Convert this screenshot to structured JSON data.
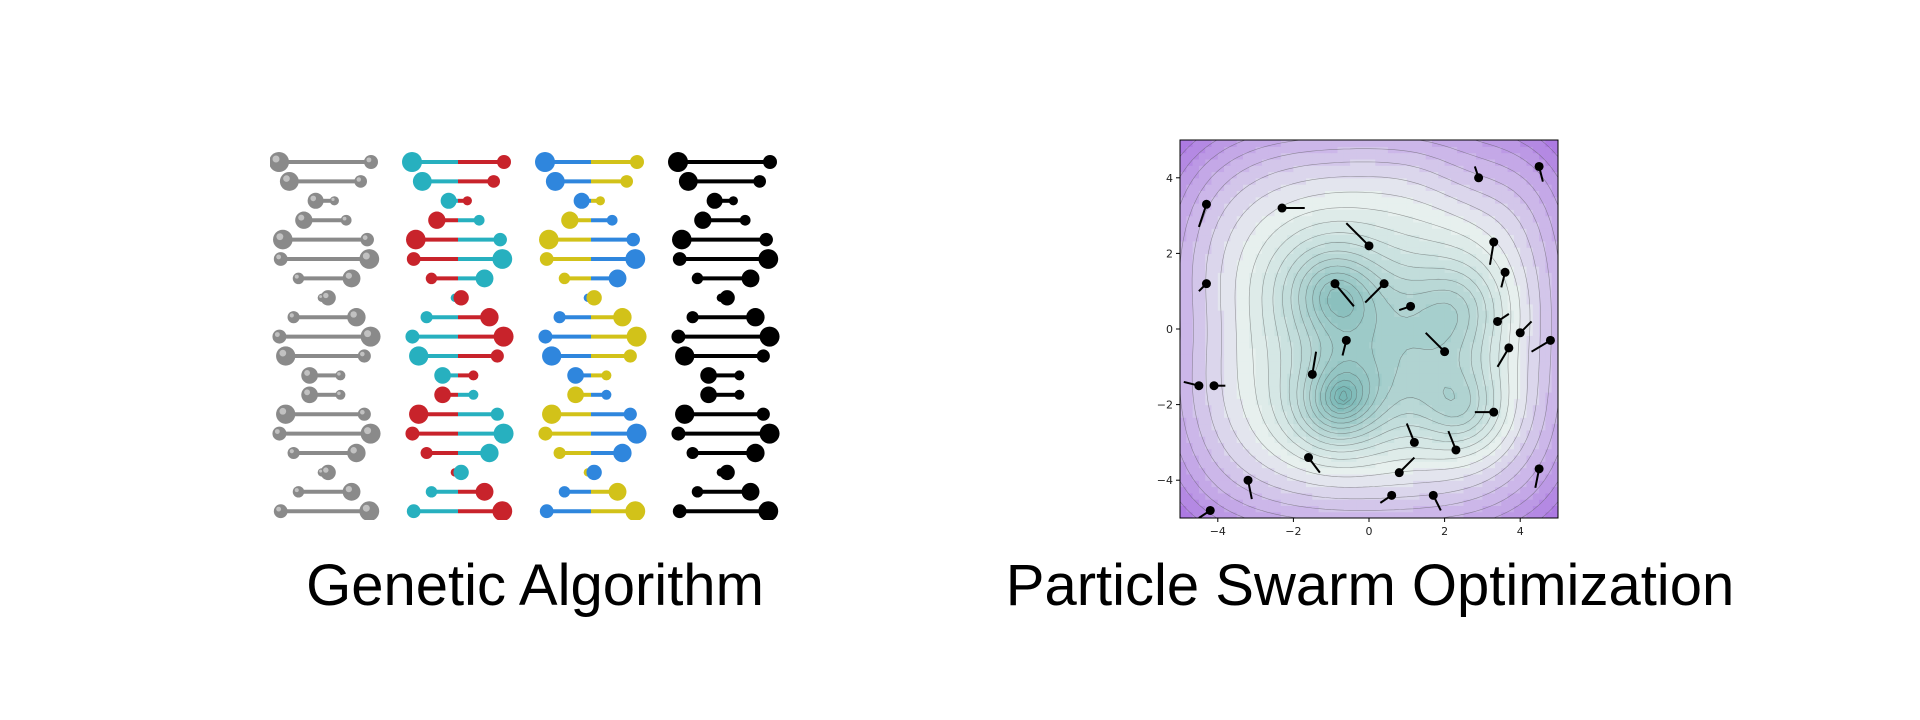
{
  "left_panel": {
    "caption": "Genetic Algorithm",
    "helices": [
      {
        "name": "grey",
        "left": "#8a8a8a",
        "right": "#8a8a8a",
        "bar_left": "#8a8a8a",
        "bar_right": "#8a8a8a"
      },
      {
        "name": "teal-red",
        "left": "#27b0bf",
        "right": "#c8232b",
        "bar_left": "#27b0bf",
        "bar_right": "#c8232b"
      },
      {
        "name": "blue-yellow",
        "left": "#2f86dd",
        "right": "#d2c219",
        "bar_left": "#2f86dd",
        "bar_right": "#d2c219"
      },
      {
        "name": "black",
        "left": "#000000",
        "right": "#000000",
        "bar_left": "#000000",
        "bar_right": "#000000"
      }
    ]
  },
  "right_panel": {
    "caption": "Particle Swarm Optimization",
    "x_ticks": [
      "−4",
      "−2",
      "0",
      "2",
      "4"
    ],
    "y_ticks": [
      "4",
      "2",
      "0",
      "−2",
      "−4"
    ],
    "axis_range": [
      -5,
      5
    ],
    "colors": {
      "low": "#6fb2b0",
      "mid": "#e9f1ef",
      "high": "#a56be0",
      "contour": "#555555",
      "particle": "#000000"
    },
    "particles": [
      {
        "x": -4.3,
        "y": 3.3,
        "vx": -0.2,
        "vy": -0.6
      },
      {
        "x": -2.3,
        "y": 3.2,
        "vx": 0.6,
        "vy": 0.0
      },
      {
        "x": 0.0,
        "y": 2.2,
        "vx": -0.6,
        "vy": 0.6
      },
      {
        "x": 2.9,
        "y": 4.0,
        "vx": -0.1,
        "vy": 0.3
      },
      {
        "x": 4.5,
        "y": 4.3,
        "vx": 0.1,
        "vy": -0.4
      },
      {
        "x": 3.3,
        "y": 2.3,
        "vx": -0.1,
        "vy": -0.6
      },
      {
        "x": 3.6,
        "y": 1.5,
        "vx": -0.1,
        "vy": -0.4
      },
      {
        "x": -4.3,
        "y": 1.2,
        "vx": -0.2,
        "vy": -0.2
      },
      {
        "x": -0.9,
        "y": 1.2,
        "vx": 0.5,
        "vy": -0.6
      },
      {
        "x": 0.4,
        "y": 1.2,
        "vx": -0.5,
        "vy": -0.5
      },
      {
        "x": 1.1,
        "y": 0.6,
        "vx": -0.3,
        "vy": -0.1
      },
      {
        "x": 3.4,
        "y": 0.2,
        "vx": 0.3,
        "vy": 0.2
      },
      {
        "x": 4.0,
        "y": -0.1,
        "vx": 0.3,
        "vy": 0.3
      },
      {
        "x": -0.6,
        "y": -0.3,
        "vx": -0.1,
        "vy": -0.4
      },
      {
        "x": 2.0,
        "y": -0.6,
        "vx": -0.5,
        "vy": 0.5
      },
      {
        "x": 3.7,
        "y": -0.5,
        "vx": -0.3,
        "vy": -0.5
      },
      {
        "x": 4.8,
        "y": -0.3,
        "vx": -0.5,
        "vy": -0.3
      },
      {
        "x": -1.5,
        "y": -1.2,
        "vx": 0.1,
        "vy": 0.6
      },
      {
        "x": -4.5,
        "y": -1.5,
        "vx": -0.4,
        "vy": 0.1
      },
      {
        "x": -4.1,
        "y": -1.5,
        "vx": 0.3,
        "vy": 0.0
      },
      {
        "x": 3.3,
        "y": -2.2,
        "vx": -0.5,
        "vy": 0.0
      },
      {
        "x": 1.2,
        "y": -3.0,
        "vx": -0.2,
        "vy": 0.5
      },
      {
        "x": 2.3,
        "y": -3.2,
        "vx": -0.2,
        "vy": 0.5
      },
      {
        "x": -1.6,
        "y": -3.4,
        "vx": 0.3,
        "vy": -0.4
      },
      {
        "x": 0.8,
        "y": -3.8,
        "vx": 0.4,
        "vy": 0.4
      },
      {
        "x": -3.2,
        "y": -4.0,
        "vx": 0.1,
        "vy": -0.5
      },
      {
        "x": 0.6,
        "y": -4.4,
        "vx": -0.3,
        "vy": -0.2
      },
      {
        "x": 1.7,
        "y": -4.4,
        "vx": 0.2,
        "vy": -0.4
      },
      {
        "x": 4.5,
        "y": -3.7,
        "vx": -0.1,
        "vy": -0.5
      },
      {
        "x": -4.2,
        "y": -4.8,
        "vx": -0.3,
        "vy": -0.2
      }
    ]
  }
}
